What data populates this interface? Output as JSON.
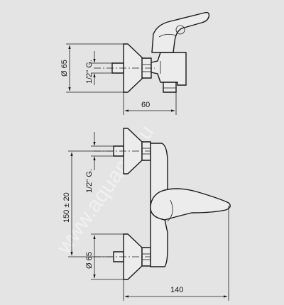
{
  "watermark": "www.aquamir.ru",
  "side_view": {
    "diameter_label": "Ø 65",
    "thread_label": "1/2\" G.",
    "depth_label": "60"
  },
  "front_view": {
    "distance_label": "150 ± 20",
    "thread_label": "1/2\" G.",
    "diameter_label": "Ø 65",
    "width_label": "140"
  },
  "colors": {
    "background": "#e4e4e4",
    "line": "#1a1a1a"
  }
}
